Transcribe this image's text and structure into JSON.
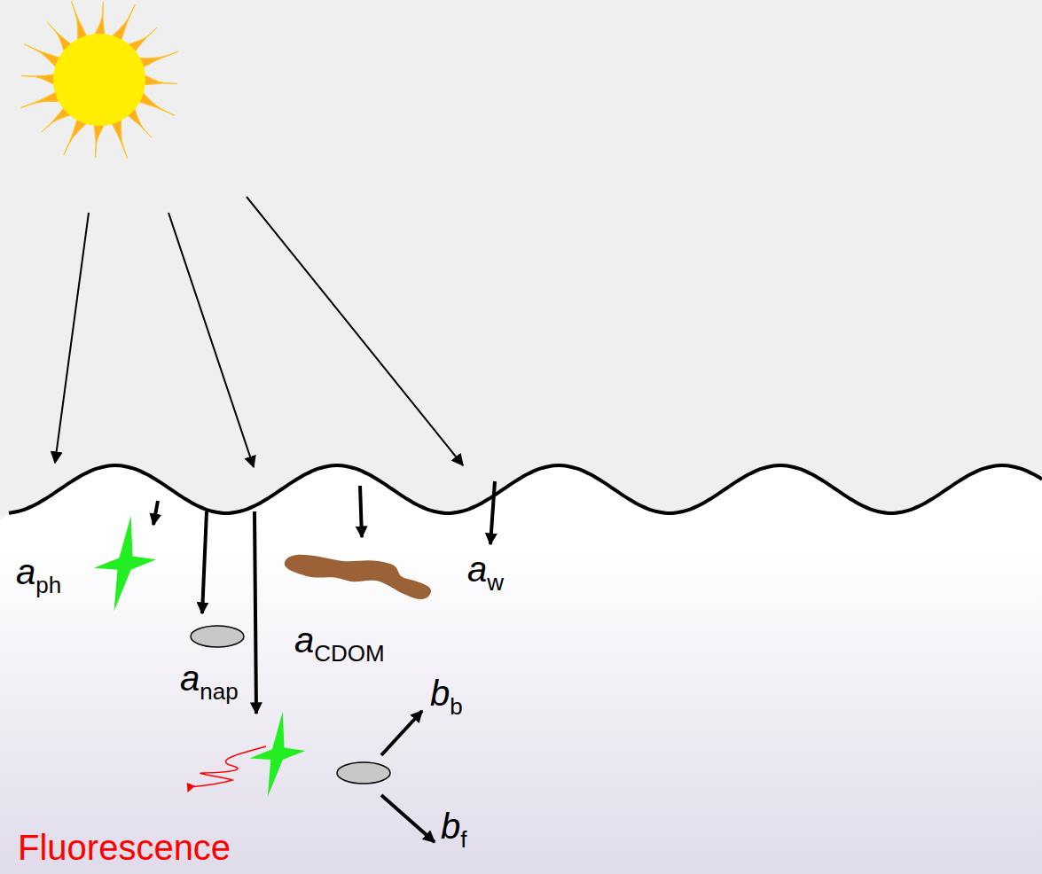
{
  "diagram": {
    "labels": [
      "aph",
      "anap",
      "aCDOM",
      "aw",
      "bb",
      "bf",
      "Fluorescence"
    ]
  }
}
